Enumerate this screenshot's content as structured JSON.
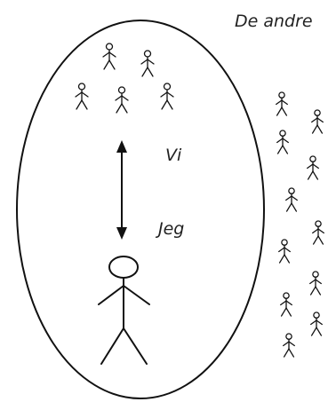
{
  "labels": {
    "others": "De andre",
    "we": "Vi",
    "self": "Jeg"
  },
  "colors": {
    "ink": "#111111",
    "text": "#222222",
    "background": "#ffffff"
  }
}
